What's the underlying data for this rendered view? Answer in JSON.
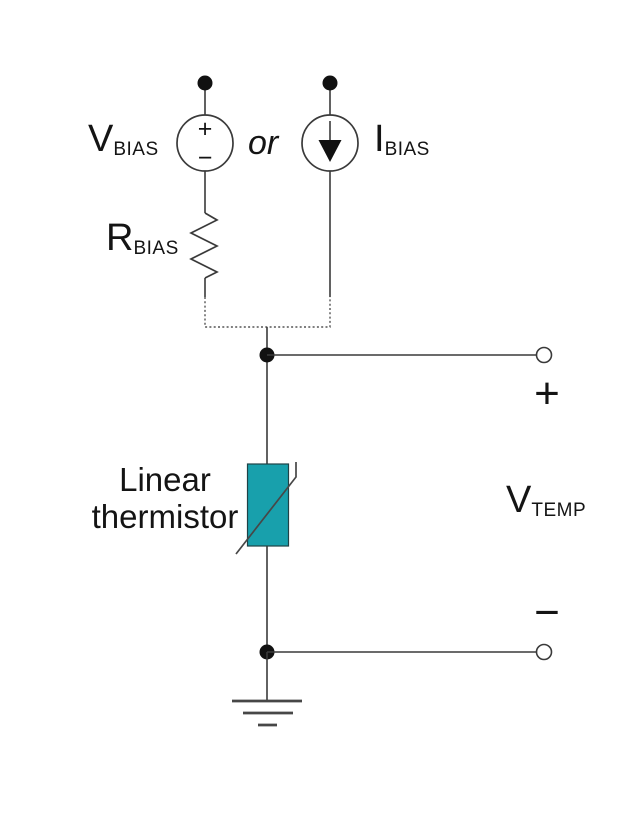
{
  "labels": {
    "v_bias": {
      "main": "V",
      "sub": "BIAS"
    },
    "or": "or",
    "i_bias": {
      "main": "I",
      "sub": "BIAS"
    },
    "r_bias": {
      "main": "R",
      "sub": "BIAS"
    },
    "thermistor": {
      "line1": "Linear",
      "line2": "thermistor"
    },
    "v_temp": {
      "main": "V",
      "sub": "TEMP"
    },
    "source_plus": "+",
    "source_minus": "−",
    "output_plus": "+",
    "output_minus": "−"
  },
  "colors": {
    "background": "#ffffff",
    "wire": "#3a3a3a",
    "dotted_wire": "#555555",
    "node_fill": "#111111",
    "thermistor_fill": "#18A0AC",
    "thermistor_border": "#1f4246",
    "ground": "#474747"
  }
}
